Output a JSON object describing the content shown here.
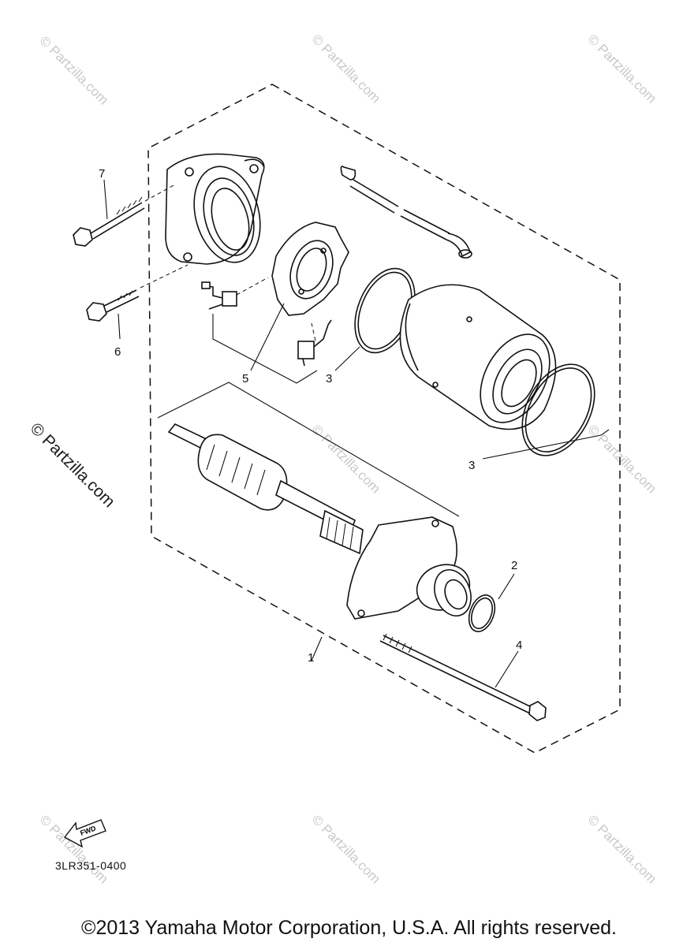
{
  "watermark": "© Partzilla.com",
  "callouts": {
    "c1": "1",
    "c2": "2",
    "c3a": "3",
    "c3b": "3",
    "c4": "4",
    "c5": "5",
    "c6": "6",
    "c7": "7"
  },
  "fwd_label": "FWD",
  "part_code": "3LR351-0400",
  "copyright": "©2013 Yamaha Motor Corporation, U.S.A. All rights reserved."
}
